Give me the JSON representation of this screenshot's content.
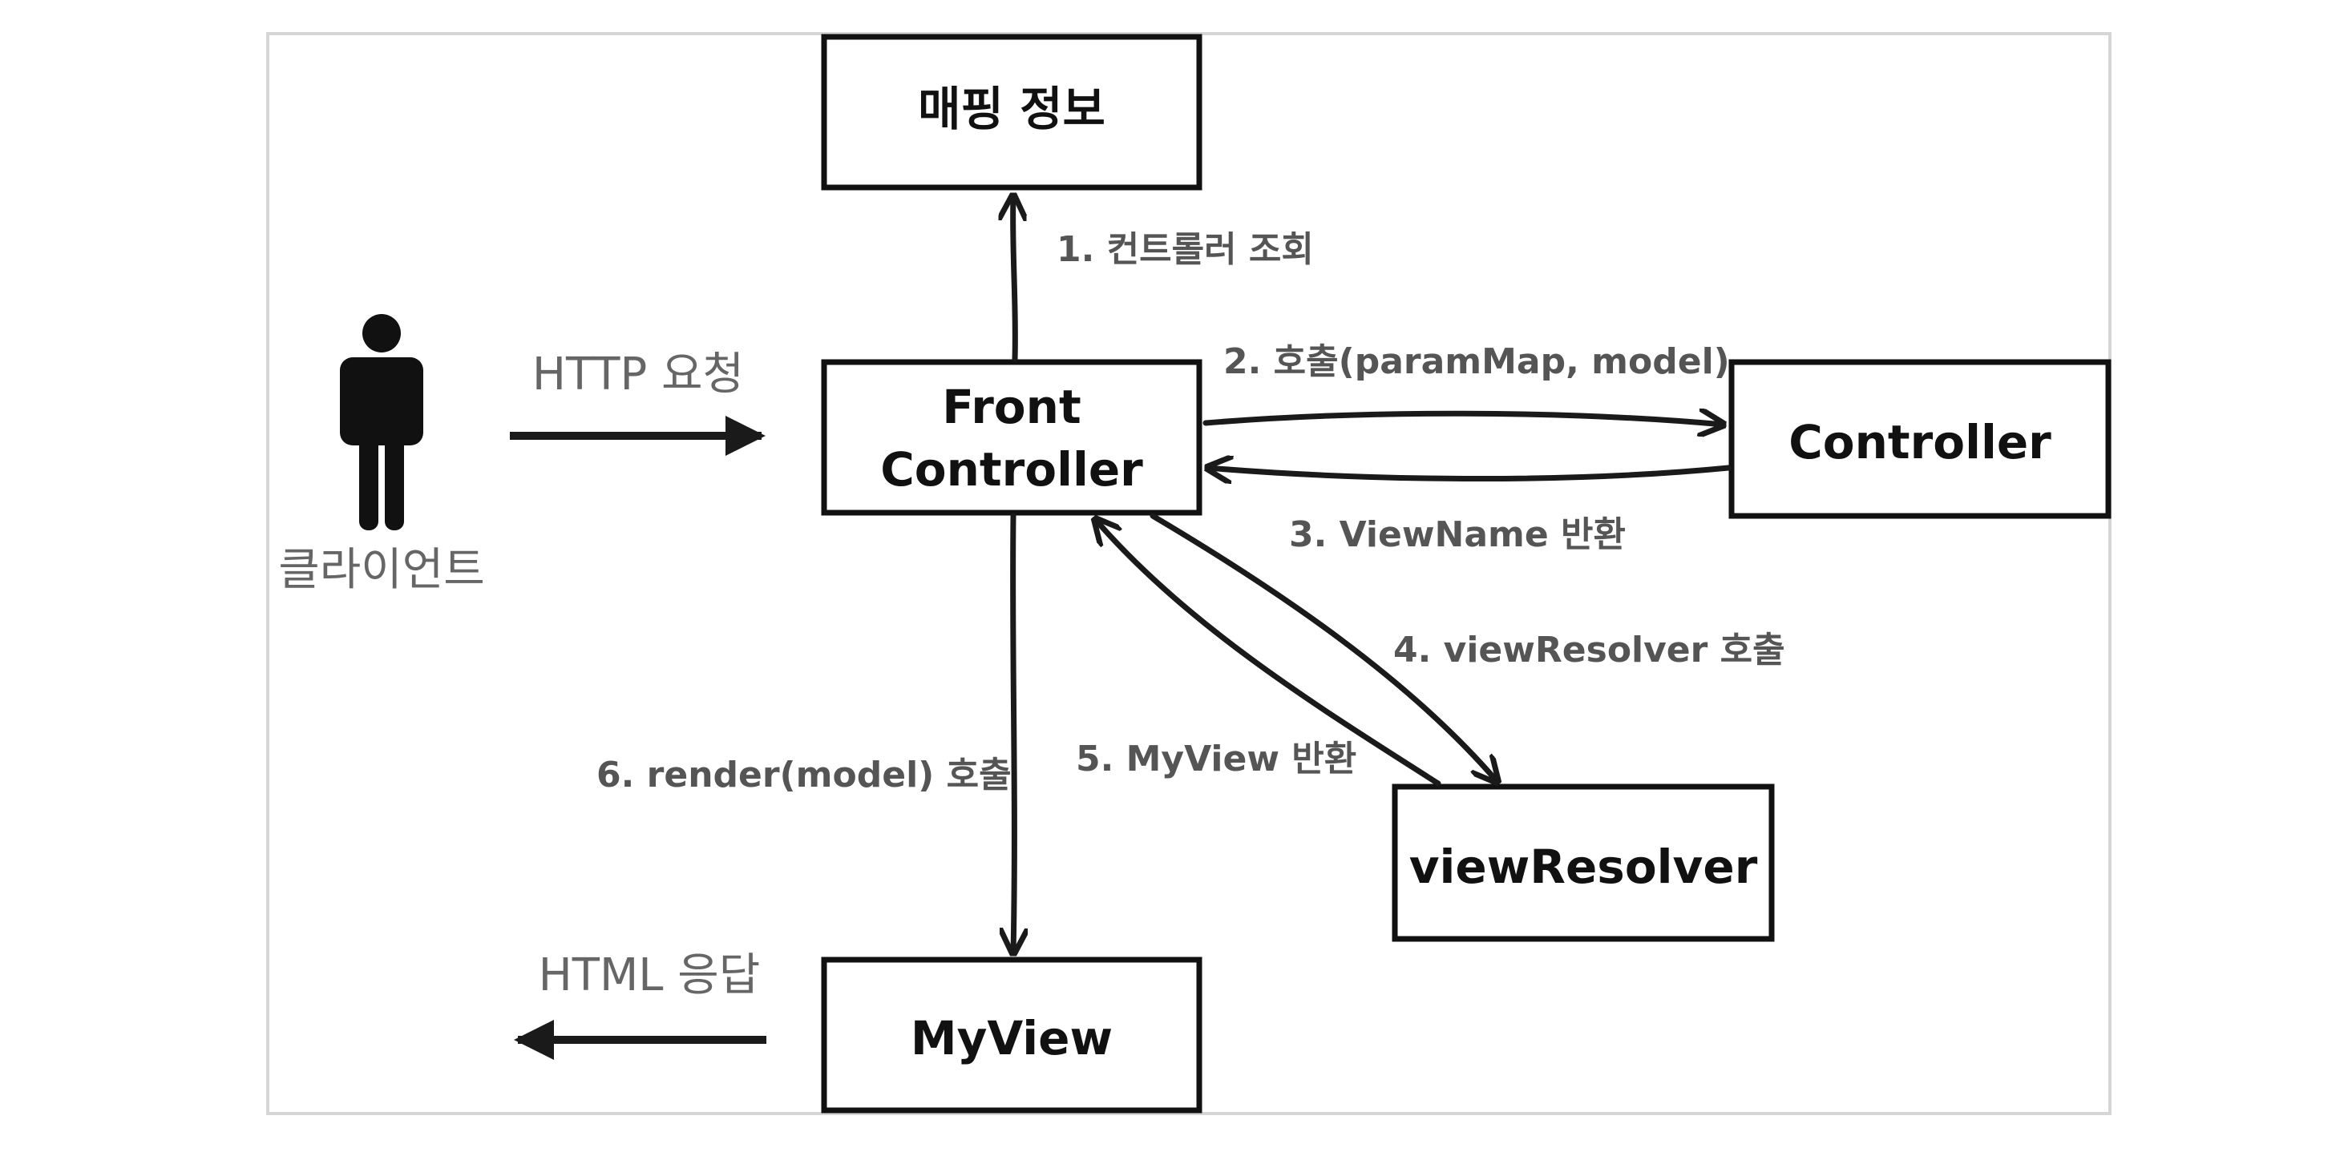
{
  "boxes": {
    "mapping": "매핑 정보",
    "front_controller_line1": "Front",
    "front_controller_line2": "Controller",
    "controller": "Controller",
    "view_resolver": "viewResolver",
    "my_view": "MyView"
  },
  "client": {
    "label": "클라이언트",
    "icon": "person-icon"
  },
  "io": {
    "request": "HTTP 요청",
    "response": "HTML 응답"
  },
  "steps": {
    "step1": "1. 컨트롤러 조회",
    "step2": "2. 호출(paramMap, model)",
    "step3": "3. ViewName 반환",
    "step4": "4. viewResolver 호출",
    "step5": "5. MyView 반환",
    "step6": "6. render(model) 호출"
  },
  "colors": {
    "box_stroke": "#111111",
    "arrow": "#1a1a1a",
    "step_text": "#555555",
    "io_text": "#666666",
    "frame": "#d6d6d6"
  }
}
